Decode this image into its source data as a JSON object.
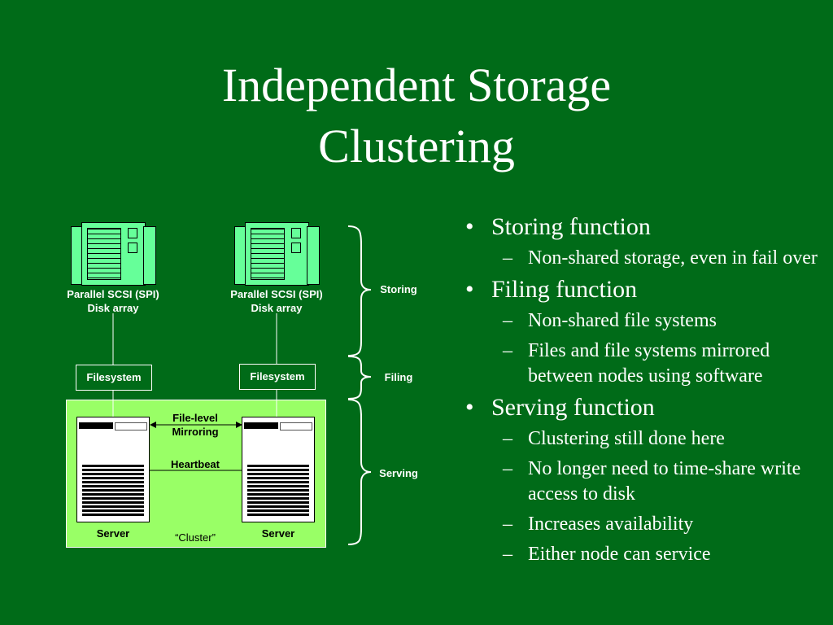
{
  "title": {
    "line1": "Independent Storage",
    "line2": "Clustering"
  },
  "diagram": {
    "disk_label_left_1": "Parallel SCSI (SPI)",
    "disk_label_left_2": "Disk array",
    "disk_label_right_1": "Parallel SCSI (SPI)",
    "disk_label_right_2": "Disk array",
    "filesystem_left": "Filesystem",
    "filesystem_right": "Filesystem",
    "mirroring_1": "File-level",
    "mirroring_2": "Mirroring",
    "heartbeat": "Heartbeat",
    "server_left": "Server",
    "server_right": "Server",
    "cluster": "“Cluster”",
    "brace_storing": "Storing",
    "brace_filing": "Filing",
    "brace_serving": "Serving",
    "colors": {
      "disk": "#66ff99",
      "cluster_bg": "#99ff66",
      "background": "#006b18"
    }
  },
  "bullets": [
    {
      "text": "Storing function",
      "subs": [
        "Non-shared storage, even in fail over"
      ]
    },
    {
      "text": "Filing function",
      "subs": [
        "Non-shared file systems",
        "Files and file systems mirrored between nodes using software"
      ]
    },
    {
      "text": "Serving function",
      "subs": [
        "Clustering still done here",
        "No longer need to time-share write access to disk",
        "Increases availability",
        "Either node can service"
      ]
    }
  ]
}
